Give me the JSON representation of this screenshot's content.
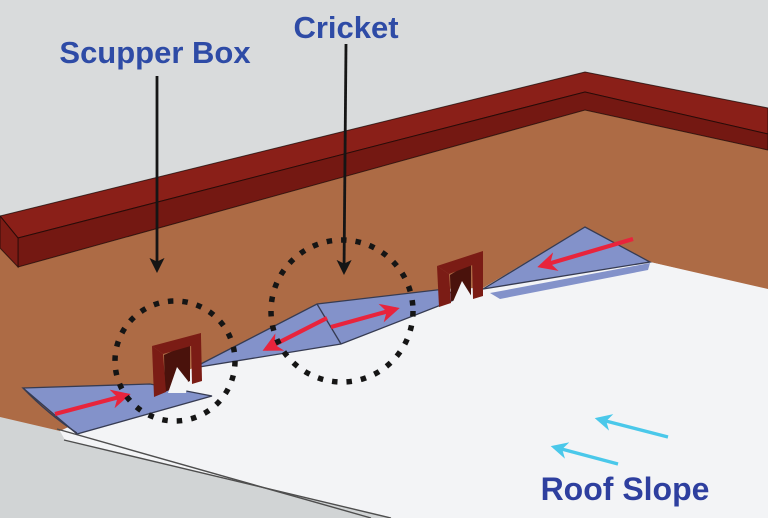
{
  "diagram": {
    "title": "Flat roof drainage diagram with crickets and scupper boxes",
    "labels": {
      "scupper_box": "Scupper Box",
      "cricket": "Cricket",
      "roof_slope": "Roof Slope"
    },
    "colors": {
      "background": "#d9dbdc",
      "ground": "#d1d4d5",
      "wall": "#ad6b45",
      "parapet_cap_top": "#8a1f18",
      "parapet_cap_front": "#741812",
      "parapet_cap_end": "#7d1c15",
      "roof": "#f3f4f6",
      "cricket_fill": "#8392ca",
      "scupper_frame": "#7b1c15",
      "scupper_opening": "#4a120c",
      "flow_arrow": "#e8243c",
      "slope_arrow": "#4ac8ea",
      "label_text": "#2e4ba6",
      "roof_slope_text": "#2e3f9f",
      "annotation": "#151515"
    }
  }
}
